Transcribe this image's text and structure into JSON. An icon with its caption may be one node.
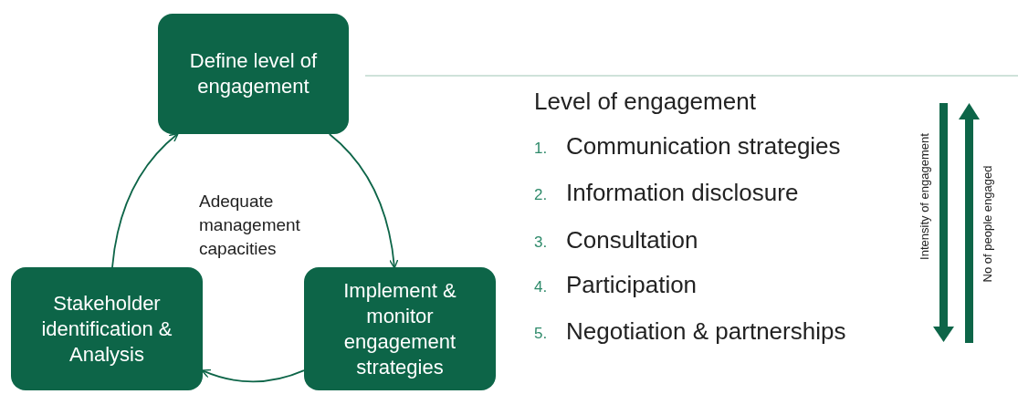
{
  "diagram": {
    "nodes": [
      {
        "text": [
          "Define level of engagement"
        ]
      },
      {
        "text": [
          "Implement & monitor engagement strategies"
        ]
      },
      {
        "text": [
          "Stakeholder identification & Analysis"
        ]
      }
    ],
    "edges": [
      {
        "from": 0,
        "to": 1,
        "arrow": "to"
      },
      {
        "from": 1,
        "to": 2,
        "arrow": "to"
      },
      {
        "from": 2,
        "to": 0,
        "arrow": "to"
      }
    ],
    "labels": [
      "Adequate management capacities",
      "Level of engagement",
      "1.",
      "Communication strategies",
      "2.",
      "Information disclosure",
      "3.",
      "Consultation",
      "4.",
      "Participation",
      "5.",
      "Negotiation & partnerships",
      "Intensity of engagement",
      "No of people engaged"
    ]
  }
}
